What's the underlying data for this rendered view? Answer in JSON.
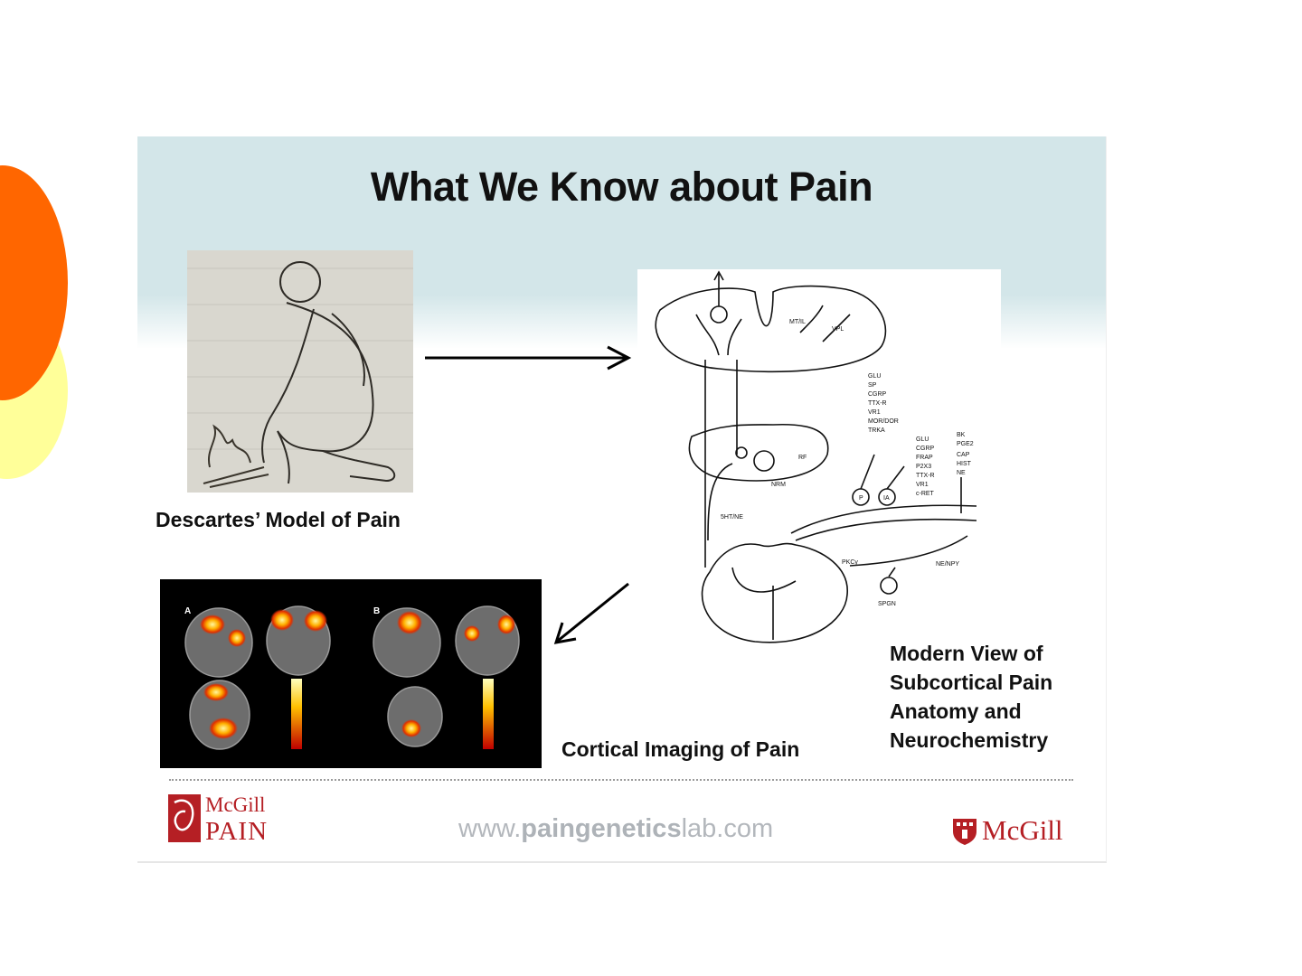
{
  "slide": {
    "title": "What We Know about Pain"
  },
  "captions": {
    "descartes": "Descartes’ Model of Pain",
    "cortical": "Cortical Imaging of Pain",
    "modern_lines": [
      "Modern View of",
      "Subcortical Pain",
      "Anatomy and",
      "Neurochemistry"
    ]
  },
  "anatomy_labels": {
    "mtil": "MT/IL",
    "vpl": "VPL",
    "rf": "RF",
    "nrm": "NRM",
    "sht": "5HT/NE",
    "pkc": "PKCγ",
    "nenpy": "NE/NPY",
    "spgn": "SPGN",
    "p": "P",
    "ia": "IA",
    "list1": [
      "GLU",
      "SP",
      "CGRP",
      "TTX-R",
      "VR1",
      "MOR/DOR",
      "TRKA"
    ],
    "list2": [
      "GLU",
      "CGRP",
      "FRAP",
      "P2X3",
      "TTX-R",
      "VR1",
      "c-RET"
    ],
    "list3": [
      "BK",
      "PGE2",
      "CAP",
      "HIST",
      "NE"
    ]
  },
  "fmri": {
    "panel_a": "A",
    "panel_b": "B"
  },
  "footer": {
    "pain_logo_line1": "McGill",
    "pain_logo_line2": "PAIN",
    "website_prefix": "www.",
    "website_bold": "paingenetics",
    "website_suffix": "lab.com",
    "mcgill_logo": "McGill"
  },
  "colors": {
    "accent_orange": "#ff6600",
    "accent_yellow": "#ffff99",
    "header_band": "#d3e6e9",
    "mcgill_red": "#b51f24"
  }
}
